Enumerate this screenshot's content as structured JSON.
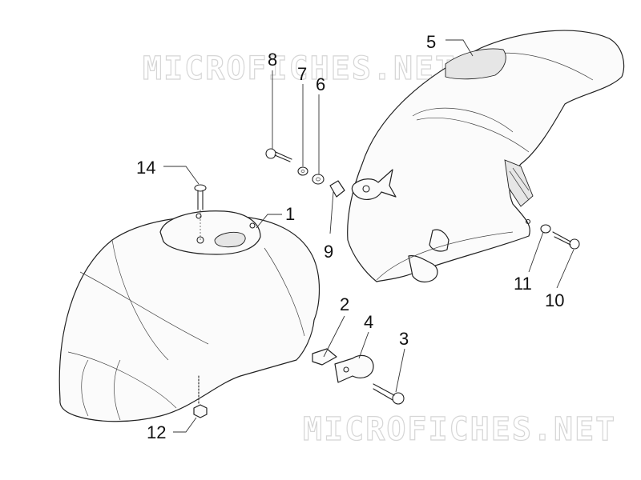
{
  "watermark": "MICROFICHES.NET",
  "callouts": {
    "p1": "1",
    "p2": "2",
    "p3": "3",
    "p4": "4",
    "p5": "5",
    "p6": "6",
    "p7": "7",
    "p8": "8",
    "p9": "9",
    "p10": "10",
    "p11": "11",
    "p12": "12",
    "p14": "14"
  }
}
